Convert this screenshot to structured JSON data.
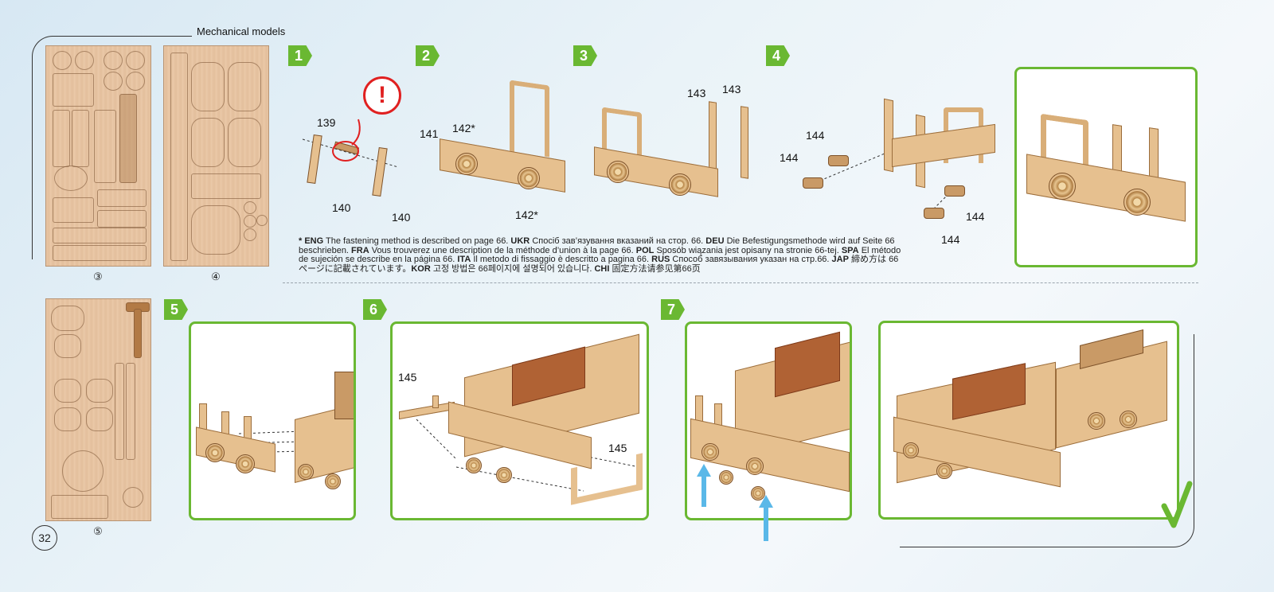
{
  "header": {
    "title": "Mechanical models"
  },
  "sheets": [
    {
      "number": "③"
    },
    {
      "number": "④"
    },
    {
      "number": "⑤"
    }
  ],
  "page_number": "32",
  "steps": [
    "1",
    "2",
    "3",
    "4",
    "5",
    "6",
    "7"
  ],
  "parts": {
    "p139": "139",
    "p140a": "140",
    "p140b": "140",
    "p141": "141",
    "p142a": "142*",
    "p142b": "142*",
    "p143a": "143",
    "p143b": "143",
    "p144a": "144",
    "p144b": "144",
    "p144c": "144",
    "p144d": "144",
    "p145a": "145",
    "p145b": "145"
  },
  "note": {
    "star": "*",
    "eng_code": "ENG",
    "eng": " The fastening method is described on page 66. ",
    "ukr_code": "UKR",
    "ukr": " Спосіб зав’язування вказаний на стор. 66. ",
    "deu_code": "DEU",
    "deu": " Die Befestigungsmethode wird auf Seite 66 beschrieben. ",
    "fra_code": "FRA",
    "fra": " Vous trouverez une description de la méthode d’union à la page 66. ",
    "pol_code": "POL",
    "pol": " Sposób wiązania jest opisany na stronie 66-tej. ",
    "spa_code": "SPA",
    "spa": " El método de sujeción se describe en la página 66. ",
    "ita_code": "ITA",
    "ita": " Il metodo di fissaggio è descritto a pagina 66. ",
    "rus_code": "RUS",
    "rus": " Способ завязывания указан на стр.66. ",
    "jap_code": "JAP",
    "jap": " 締め方は 66 ページに記載されています。",
    "kor_code": "KOR",
    "kor": " 고정 방법은 66페이지에 설명되어 있습니다. ",
    "chi_code": "CHI",
    "chi": " 固定方法请参见第66页"
  },
  "warning_icon": "exclamation-icon",
  "arrow_icon": "arrow-up-icon",
  "check_icon": "checkmark-icon",
  "colors": {
    "accent_green": "#6ab832",
    "arrow_blue": "#5ab8e8",
    "warning_red": "#e02020",
    "wood": "#e6c08f"
  }
}
